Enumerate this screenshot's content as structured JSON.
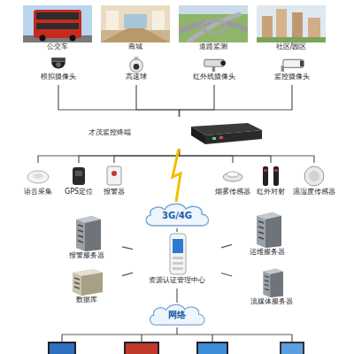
{
  "diagram": {
    "nodes": [
      {
        "text": [
          "公交车"
        ]
      },
      {
        "text": [
          "商城"
        ]
      },
      {
        "text": [
          "道路监测"
        ]
      },
      {
        "text": [
          "社区/园区"
        ]
      },
      {
        "text": [
          "模拟摄像头"
        ]
      },
      {
        "text": [
          "高速球"
        ]
      },
      {
        "text": [
          "红外线摄像头"
        ]
      },
      {
        "text": [
          "监控摄像头"
        ]
      },
      {
        "text": [
          "才茂监控终端"
        ]
      },
      {
        "text": [
          "语音采集"
        ]
      },
      {
        "text": [
          "GPS定位"
        ]
      },
      {
        "text": [
          "报警器"
        ]
      },
      {
        "text": [
          "烟雾传感器"
        ]
      },
      {
        "text": [
          "红外对射"
        ]
      },
      {
        "text": [
          "温湿度传感器"
        ]
      },
      {
        "text": [
          "3G/4G"
        ]
      },
      {
        "text": [
          "报警服务器"
        ]
      },
      {
        "text": [
          "运维服务器"
        ]
      },
      {
        "text": [
          "资源认证管理中心"
        ]
      },
      {
        "text": [
          "数据库"
        ]
      },
      {
        "text": [
          "流媒体服务器"
        ]
      },
      {
        "text": [
          "网络"
        ]
      }
    ],
    "edges": [
      {
        "from": 4,
        "to": 8,
        "arrow": "none"
      },
      {
        "from": 5,
        "to": 8,
        "arrow": "none"
      },
      {
        "from": 6,
        "to": 8,
        "arrow": "none"
      },
      {
        "from": 7,
        "to": 8,
        "arrow": "none"
      },
      {
        "from": 8,
        "to": 9,
        "arrow": "none"
      },
      {
        "from": 8,
        "to": 10,
        "arrow": "none"
      },
      {
        "from": 8,
        "to": 11,
        "arrow": "none"
      },
      {
        "from": 8,
        "to": 12,
        "arrow": "none"
      },
      {
        "from": 8,
        "to": 13,
        "arrow": "none"
      },
      {
        "from": 8,
        "to": 14,
        "arrow": "none"
      },
      {
        "from": 8,
        "to": 15,
        "arrow": "none"
      },
      {
        "from": 15,
        "to": 18,
        "arrow": "none"
      },
      {
        "from": 18,
        "to": 16,
        "arrow": "none"
      },
      {
        "from": 18,
        "to": 17,
        "arrow": "none"
      },
      {
        "from": 18,
        "to": 19,
        "arrow": "none"
      },
      {
        "from": 18,
        "to": 20,
        "arrow": "none"
      },
      {
        "from": 18,
        "to": 21,
        "arrow": "none"
      }
    ]
  }
}
